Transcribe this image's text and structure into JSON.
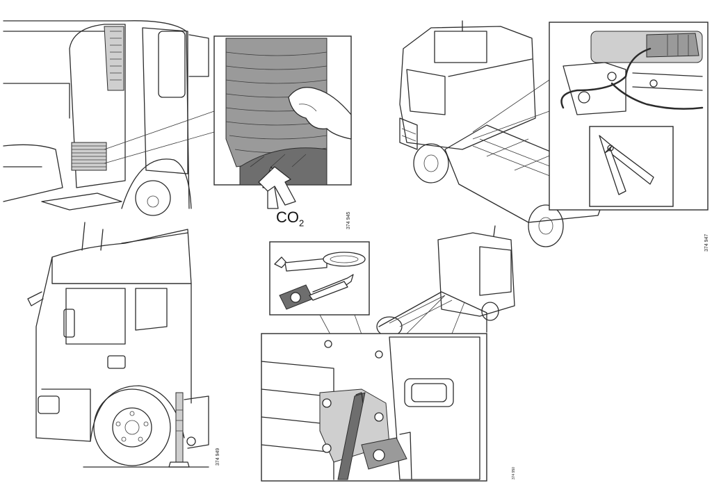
{
  "panels": [
    {
      "id": "panel-1",
      "figure_number": "374 945",
      "label_text": "CO",
      "label_sub": "2"
    },
    {
      "id": "panel-2",
      "figure_number": "374 947"
    },
    {
      "id": "panel-3",
      "figure_number": "374 949"
    },
    {
      "id": "panel-4",
      "figure_number": "374 950"
    }
  ]
}
